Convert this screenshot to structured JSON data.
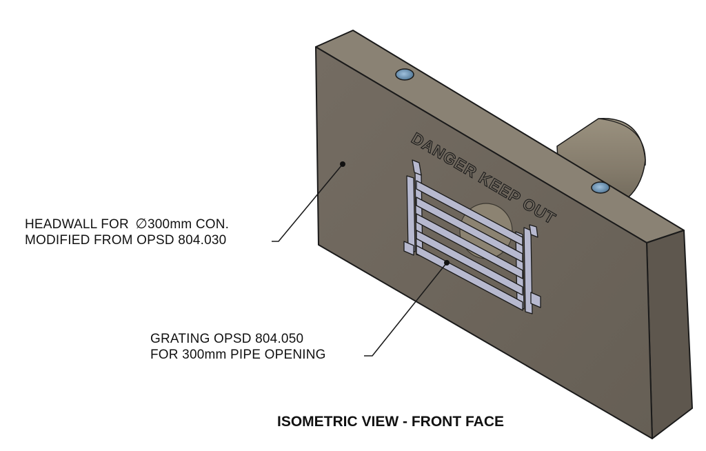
{
  "callouts": {
    "headwall": {
      "line1_prefix": "HEADWALL FOR",
      "diameter_symbol": "∅",
      "line1_suffix": "300mm CON.",
      "line2": "MODIFIED FROM OPSD 804.030"
    },
    "grating": {
      "line1": "GRATING OPSD 804.050",
      "line2": "FOR 300mm PIPE OPENING"
    }
  },
  "engraving": {
    "text": "DANGER KEEP OUT"
  },
  "view_title": "ISOMETRIC VIEW - FRONT FACE",
  "colors": {
    "front_face": "#6f685e",
    "top_face": "#8a8274",
    "side_face": "#5e574e",
    "pipe": "#857c6c",
    "grating": "#b7b9cf",
    "outline": "#1a1a1a",
    "bolt": "#6a90b0"
  }
}
